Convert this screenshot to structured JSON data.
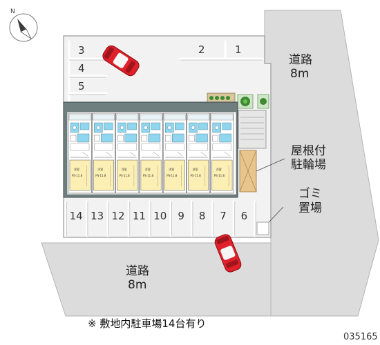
{
  "compass": {
    "north_label": "N"
  },
  "roads": {
    "east": {
      "name": "道路",
      "width": "8m"
    },
    "south": {
      "name": "道路",
      "width": "8m"
    }
  },
  "facilities": {
    "bike_parking": {
      "line1": "屋根付",
      "line2": "駐輪場"
    },
    "garbage": {
      "line1": "ゴミ",
      "line2": "置場"
    }
  },
  "parking": {
    "north_spaces": [
      "3",
      "4",
      "5",
      "2",
      "1"
    ],
    "south_spaces": [
      "14",
      "13",
      "12",
      "11",
      "10",
      "9",
      "8",
      "7",
      "6"
    ]
  },
  "units": [
    {
      "room_label": "洋室",
      "size": "PS·11.8"
    },
    {
      "room_label": "洋室",
      "size": "PS·11.8"
    },
    {
      "room_label": "洋室",
      "size": "PS·11.8"
    },
    {
      "room_label": "洋室",
      "size": "PS·11.8"
    },
    {
      "room_label": "洋室",
      "size": "PS·11.8"
    },
    {
      "room_label": "洋室",
      "size": "PS·11.8"
    },
    {
      "room_label": "洋室",
      "size": "PS·11.8"
    }
  ],
  "footer": {
    "note": "※ 敷地内駐車場14台有り",
    "code": "035165"
  },
  "colors": {
    "road": "#dcdcdc",
    "lot": "#f0f0f0",
    "building": "#6f7f7f",
    "room": "#fcefb4",
    "wet_area": "#8fd6ee",
    "bike_shed": "#e8c58c",
    "car": "#e0202a",
    "hedge": "#3d8a33"
  }
}
